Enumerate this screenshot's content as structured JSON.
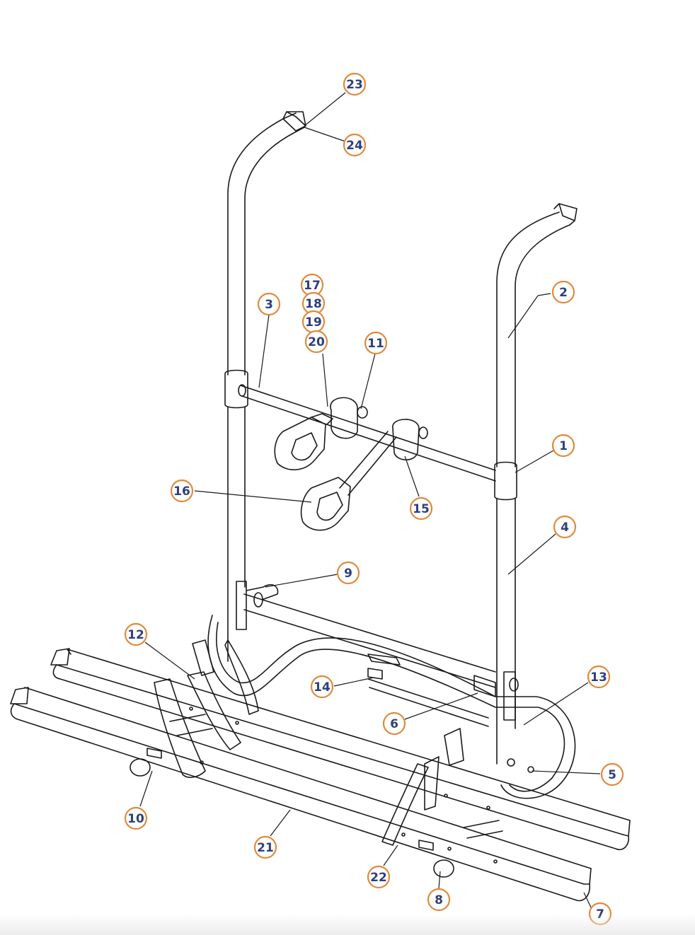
{
  "colors": {
    "line": "#1a1a1a",
    "callout_ring": "#e08a3c",
    "callout_text": "#2f3f7a",
    "callout_fill": "#ffffff"
  },
  "callouts": [
    {
      "id": "c1",
      "label": "1"
    },
    {
      "id": "c2",
      "label": "2"
    },
    {
      "id": "c3",
      "label": "3"
    },
    {
      "id": "c4",
      "label": "4"
    },
    {
      "id": "c5",
      "label": "5"
    },
    {
      "id": "c6",
      "label": "6"
    },
    {
      "id": "c7",
      "label": "7"
    },
    {
      "id": "c8",
      "label": "8"
    },
    {
      "id": "c9",
      "label": "9"
    },
    {
      "id": "c10",
      "label": "10"
    },
    {
      "id": "c11",
      "label": "11"
    },
    {
      "id": "c12",
      "label": "12"
    },
    {
      "id": "c13",
      "label": "13"
    },
    {
      "id": "c14",
      "label": "14"
    },
    {
      "id": "c15",
      "label": "15"
    },
    {
      "id": "c16",
      "label": "16"
    },
    {
      "id": "c17",
      "label": "17"
    },
    {
      "id": "c18",
      "label": "18"
    },
    {
      "id": "c19",
      "label": "19"
    },
    {
      "id": "c20",
      "label": "20"
    },
    {
      "id": "c21",
      "label": "21"
    },
    {
      "id": "c22",
      "label": "22"
    },
    {
      "id": "c23",
      "label": "23"
    },
    {
      "id": "c24",
      "label": "24"
    }
  ]
}
